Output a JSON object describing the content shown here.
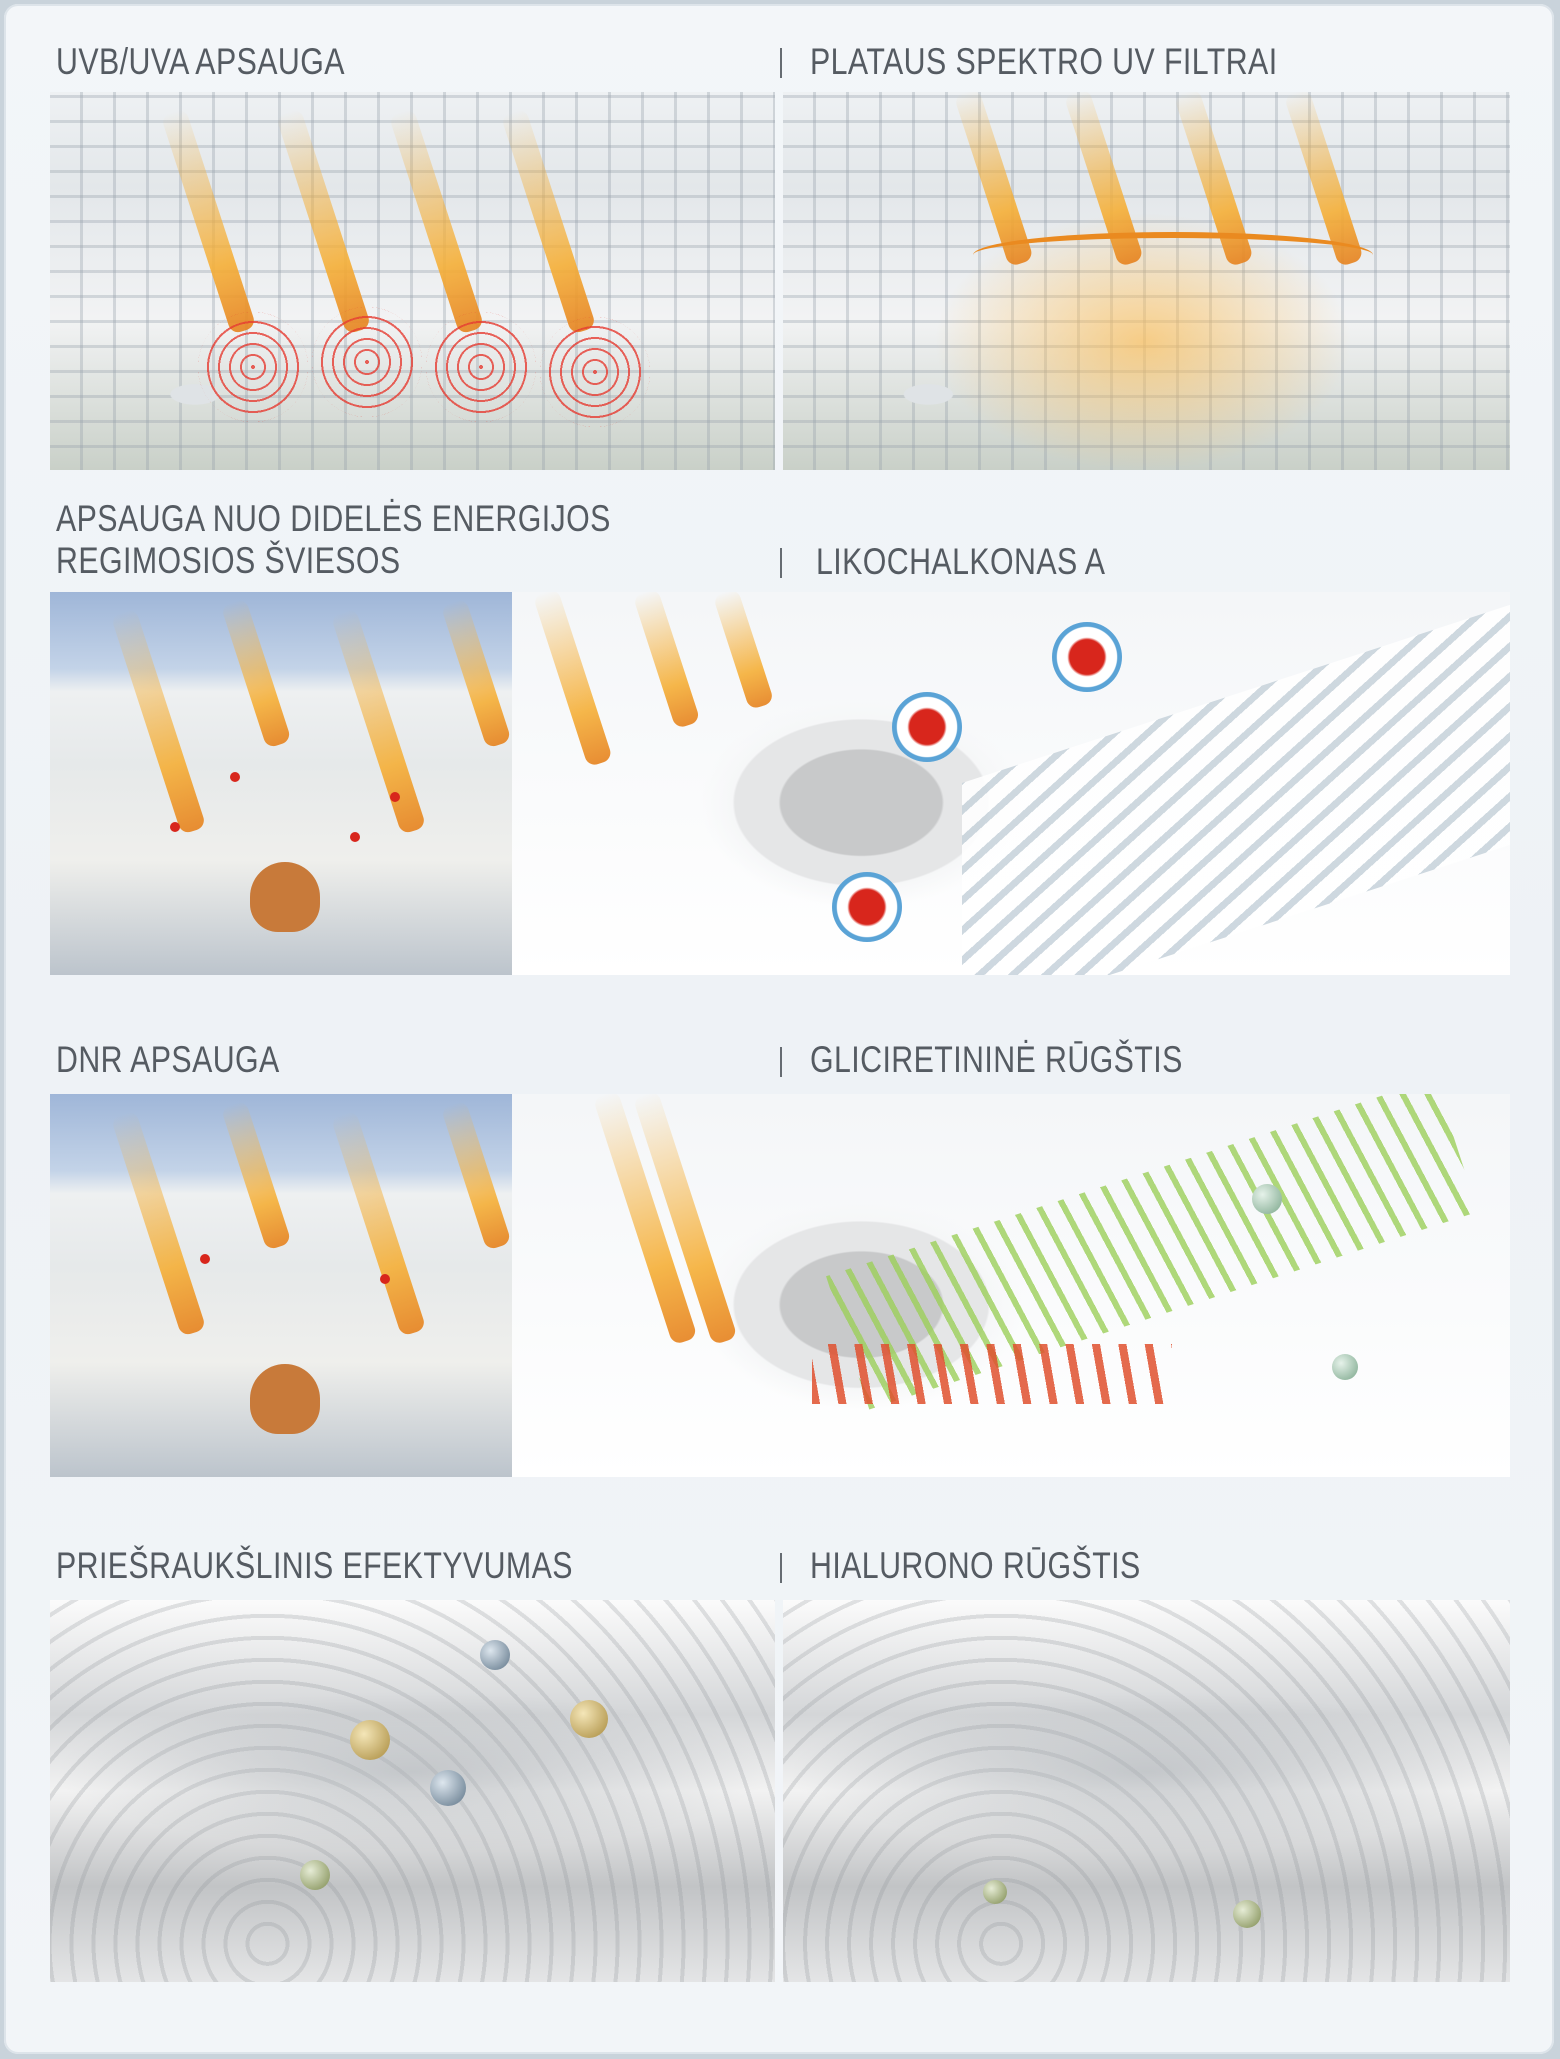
{
  "sections": [
    {
      "left_title": "UVB/UVA APSAUGA",
      "right_title": "PLATAUS SPEKTRO UV FILTRAI"
    },
    {
      "left_title_line1": "APSAUGA NUO DIDELĖS ENERGIJOS",
      "left_title_line2": "REGIMOSIOS ŠVIESOS",
      "right_title": "LIKOCHALKONAS A"
    },
    {
      "left_title": "DNR APSAUGA",
      "right_title": "GLICIRETININĖ RŪGŠTIS"
    },
    {
      "left_title": "PRIEŠRAUKŠLINIS EFEKTYVUMAS",
      "right_title": "HIALURONO RŪGŠTIS"
    }
  ],
  "colors": {
    "title": "#555b62",
    "ray": "#f5af37",
    "radical": "#d8261c"
  }
}
